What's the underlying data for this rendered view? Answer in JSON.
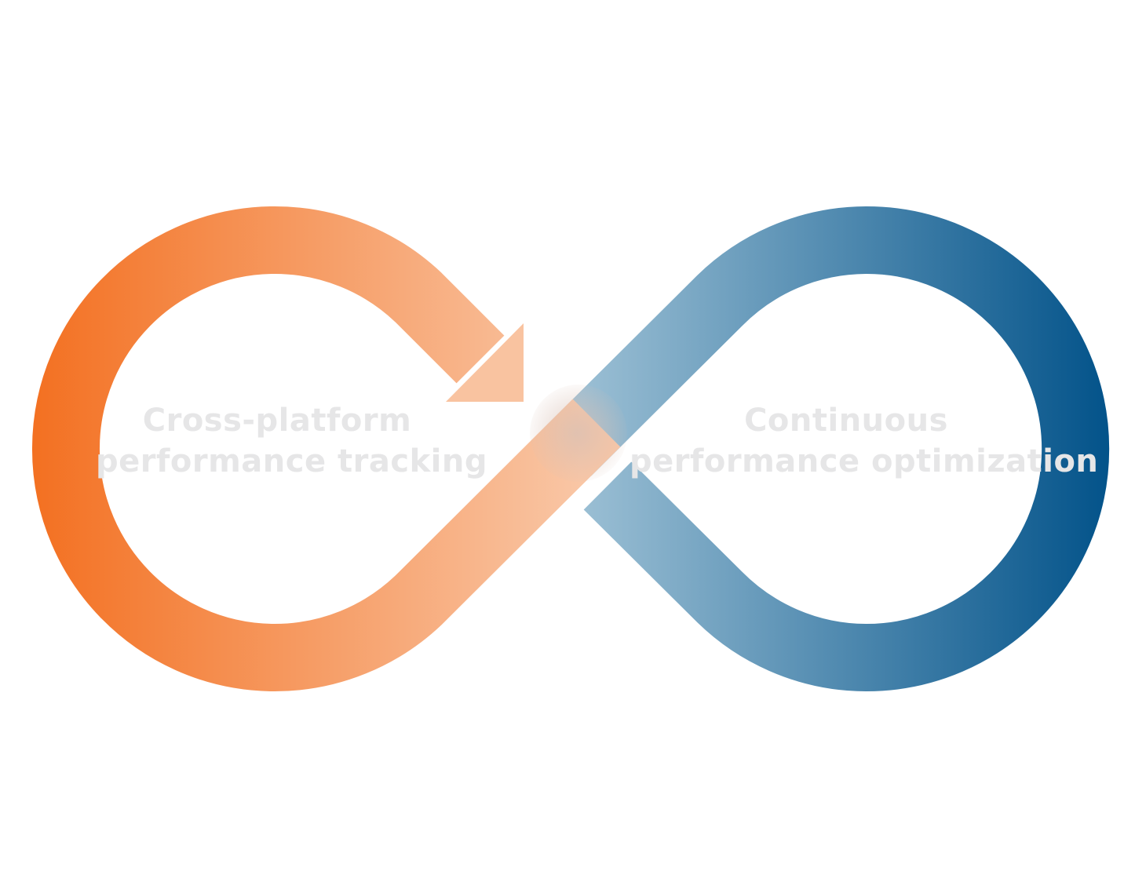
{
  "diagram": {
    "type": "infinity-loop",
    "loops": [
      {
        "id": "left",
        "lines": [
          "Cross-platform",
          "performance tracking"
        ],
        "color_strong": "#f37021",
        "color_light": "#f9c6a5"
      },
      {
        "id": "right",
        "lines": [
          "Continuous",
          "performance optimization"
        ],
        "color_strong": "#03538a",
        "color_light": "#9bbfd4"
      }
    ],
    "label_color": "#e6e6e7",
    "arrow_head_icon": "arrow-head-icon"
  }
}
